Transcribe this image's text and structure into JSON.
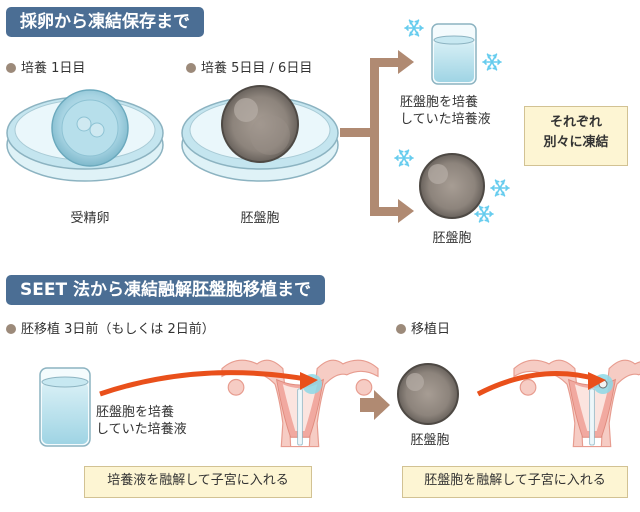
{
  "section1": {
    "title": "採卵から凍結保存まで",
    "steps": [
      {
        "label": "培養 1日目",
        "caption": "受精卵"
      },
      {
        "label": "培養 5日目 / 6日目",
        "caption": "胚盤胞"
      }
    ],
    "branch_top_caption": [
      "胚盤胞を培養",
      "していた培養液"
    ],
    "branch_bottom_caption": "胚盤胞",
    "note": [
      "それぞれ",
      "別々に凍結"
    ]
  },
  "section2": {
    "title": "SEET 法から凍結融解胚盤胞移植まで",
    "steps": [
      {
        "label": "胚移植 3日前（もしくは 2日前）",
        "caption": [
          "胚盤胞を培養",
          "していた培養液"
        ],
        "note": "培養液を融解して子宮に入れる"
      },
      {
        "label": "移植日",
        "caption": "胚盤胞",
        "note": "胚盤胞を融解して子宮に入れる"
      }
    ]
  },
  "colors": {
    "header": "#4b6e94",
    "arrow_brown": "#b08a72",
    "arrow_red": "#e9501b",
    "dish_blue": "#cbe8f0",
    "note_bg": "#fdf5d3",
    "snow": "#66ccee",
    "uterus_pink": "#f2b7ae"
  },
  "icons": [
    "snowflake-icon",
    "petri-dish-icon",
    "embryo-icon",
    "tube-icon",
    "uterus-icon",
    "arrow-icon"
  ]
}
